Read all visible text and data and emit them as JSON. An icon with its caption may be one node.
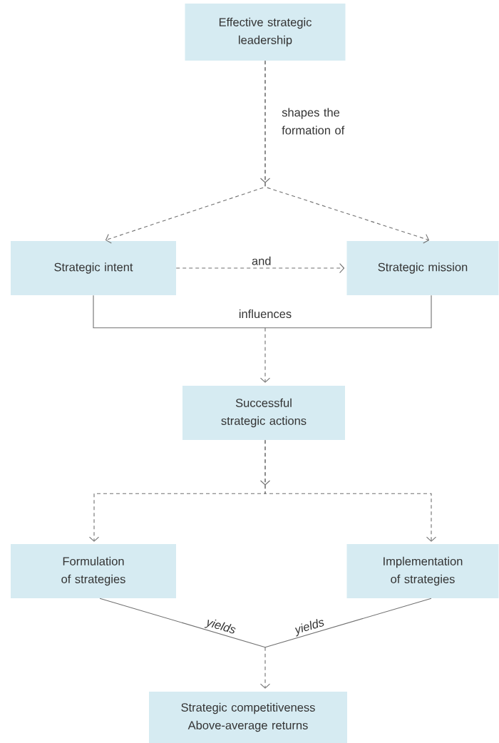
{
  "diagram": {
    "nodes": [
      {
        "text": [
          "Effective strategic leadership"
        ]
      },
      {
        "text": [
          "Strategic intent"
        ]
      },
      {
        "text": [
          "Strategic mission"
        ]
      },
      {
        "text": [
          "Successful strategic actions"
        ]
      },
      {
        "text": [
          "Formulation of strategies"
        ]
      },
      {
        "text": [
          "Implementation of strategies"
        ]
      },
      {
        "text": [
          "Strategic competitiveness",
          "Above-average returns"
        ]
      }
    ],
    "edges": [
      {
        "from": 0,
        "to": 1,
        "arrow": "to",
        "style": "dashed",
        "label": "shapes the formation of"
      },
      {
        "from": 0,
        "to": 2,
        "arrow": "to",
        "style": "dashed"
      },
      {
        "from": 1,
        "to": 2,
        "arrow": "to",
        "style": "dashed",
        "label": "and"
      },
      {
        "from": 1,
        "to": 3,
        "arrow": "to",
        "label": "influences"
      },
      {
        "from": 2,
        "to": 3,
        "arrow": "to"
      },
      {
        "from": 3,
        "to": 4,
        "arrow": "to",
        "style": "dashed"
      },
      {
        "from": 3,
        "to": 5,
        "arrow": "to",
        "style": "dashed"
      },
      {
        "from": 4,
        "to": 6,
        "arrow": "to",
        "label": "yields"
      },
      {
        "from": 5,
        "to": 6,
        "arrow": "to",
        "label": "yields"
      }
    ]
  }
}
